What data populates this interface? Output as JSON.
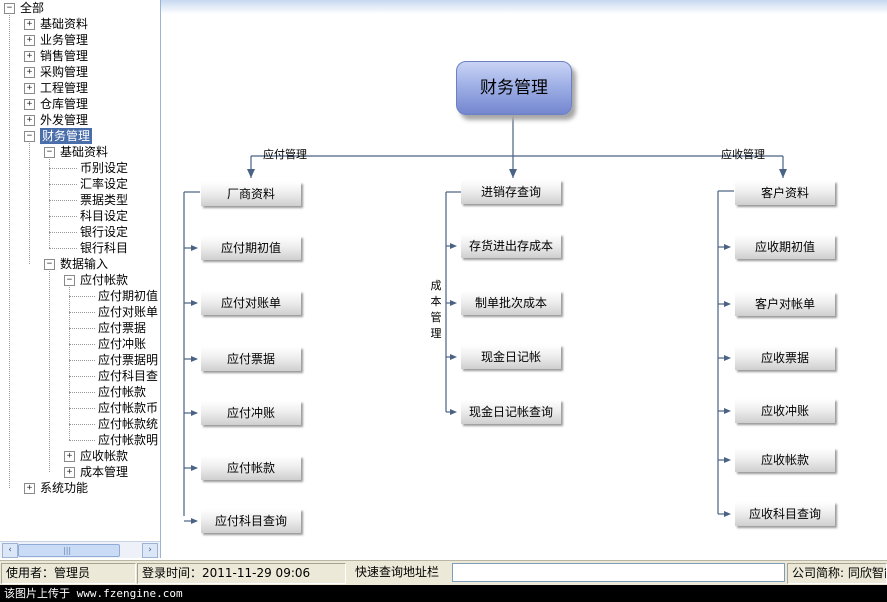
{
  "tree": {
    "nodes": [
      {
        "label": "全部",
        "toggle": "−",
        "level": 0
      },
      {
        "label": "基础资料",
        "toggle": "+",
        "level": 1
      },
      {
        "label": "业务管理",
        "toggle": "+",
        "level": 1
      },
      {
        "label": "销售管理",
        "toggle": "+",
        "level": 1
      },
      {
        "label": "采购管理",
        "toggle": "+",
        "level": 1
      },
      {
        "label": "工程管理",
        "toggle": "+",
        "level": 1
      },
      {
        "label": "仓库管理",
        "toggle": "+",
        "level": 1
      },
      {
        "label": "外发管理",
        "toggle": "+",
        "level": 1
      },
      {
        "label": "财务管理",
        "toggle": "−",
        "level": 1,
        "selected": true
      },
      {
        "label": "基础资料",
        "toggle": "−",
        "level": 2
      },
      {
        "label": "币别设定",
        "level": 3
      },
      {
        "label": "汇率设定",
        "level": 3
      },
      {
        "label": "票据类型",
        "level": 3
      },
      {
        "label": "科目设定",
        "level": 3
      },
      {
        "label": "银行设定",
        "level": 3
      },
      {
        "label": "银行科目",
        "level": 3
      },
      {
        "label": "数据输入",
        "toggle": "−",
        "level": 2
      },
      {
        "label": "应付帐款",
        "toggle": "−",
        "level": 3
      },
      {
        "label": "应付期初值",
        "level": 4
      },
      {
        "label": "应付对账单",
        "level": 4
      },
      {
        "label": "应付票据",
        "level": 4
      },
      {
        "label": "应付冲账",
        "level": 4
      },
      {
        "label": "应付票据明",
        "level": 4
      },
      {
        "label": "应付科目查",
        "level": 4
      },
      {
        "label": "应付帐款",
        "level": 4
      },
      {
        "label": "应付帐款币",
        "level": 4
      },
      {
        "label": "应付帐款统",
        "level": 4
      },
      {
        "label": "应付帐款明",
        "level": 4
      },
      {
        "label": "应收帐款",
        "toggle": "+",
        "level": 3
      },
      {
        "label": "成本管理",
        "toggle": "+",
        "level": 3
      },
      {
        "label": "系统功能",
        "toggle": "+",
        "level": 1
      }
    ]
  },
  "scrollbar": {
    "left_arrow": "‹",
    "right_arrow": "›",
    "grip": "|||"
  },
  "diagram": {
    "root": "财务管理",
    "branches": {
      "left": "应付管理",
      "right": "应收管理"
    },
    "middle_label_chars": [
      "成",
      "本",
      "管",
      "理"
    ],
    "left_column": [
      "厂商资料",
      "应付期初值",
      "应付对账单",
      "应付票据",
      "应付冲账",
      "应付帐款",
      "应付科目查询"
    ],
    "middle_column": [
      "进销存查询",
      "存货进出存成本",
      "制单批次成本",
      "现金日记帐",
      "现金日记帐查询"
    ],
    "right_column": [
      "客户资料",
      "应收期初值",
      "客户对帐单",
      "应收票据",
      "应收冲账",
      "应收帐款",
      "应收科目查询"
    ],
    "line_color": "#4a6283",
    "root_color": "#8f9fdf"
  },
  "statusbar": {
    "user": "使用者：管理员",
    "login_time": "登录时间：2011-11-29 09:06",
    "quick_query": "快速查询地址栏",
    "company": "公司简称: 同欣智能"
  },
  "watermark": "该图片上传于 www.fzengine.com"
}
